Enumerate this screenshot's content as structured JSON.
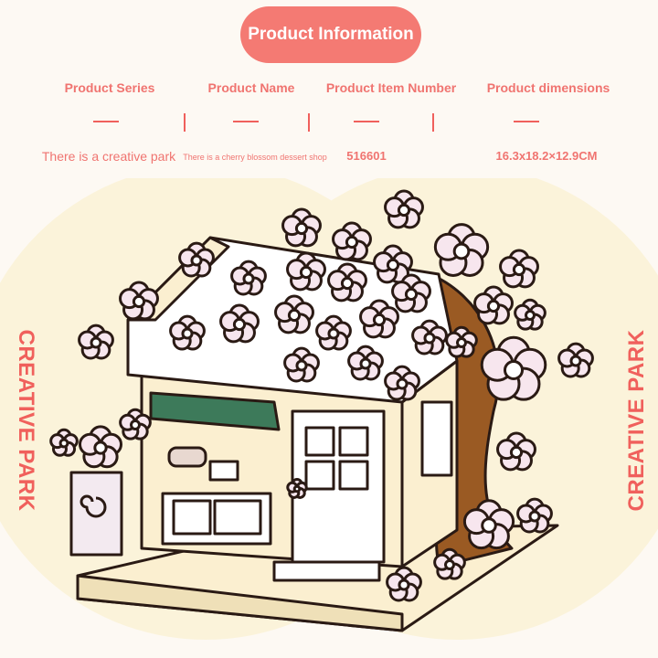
{
  "title": "Product Information",
  "columns": [
    {
      "header": "Product Series",
      "value": "There is a creative park"
    },
    {
      "header": "Product Name",
      "value": "There is a cherry blossom dessert shop"
    },
    {
      "header": "Product Item Number",
      "value": "516601"
    },
    {
      "header": "Product dimensions",
      "value": "16.3x18.2×12.9CM"
    }
  ],
  "side_text": "CREATIVE PARK",
  "colors": {
    "accent": "#f47a73",
    "text": "#f07470",
    "background": "#fdf9f3",
    "circle": "#fbf3da",
    "trunk": "#9a5a23",
    "awning": "#3d7a5a",
    "blossom": "#f7e6ee"
  }
}
